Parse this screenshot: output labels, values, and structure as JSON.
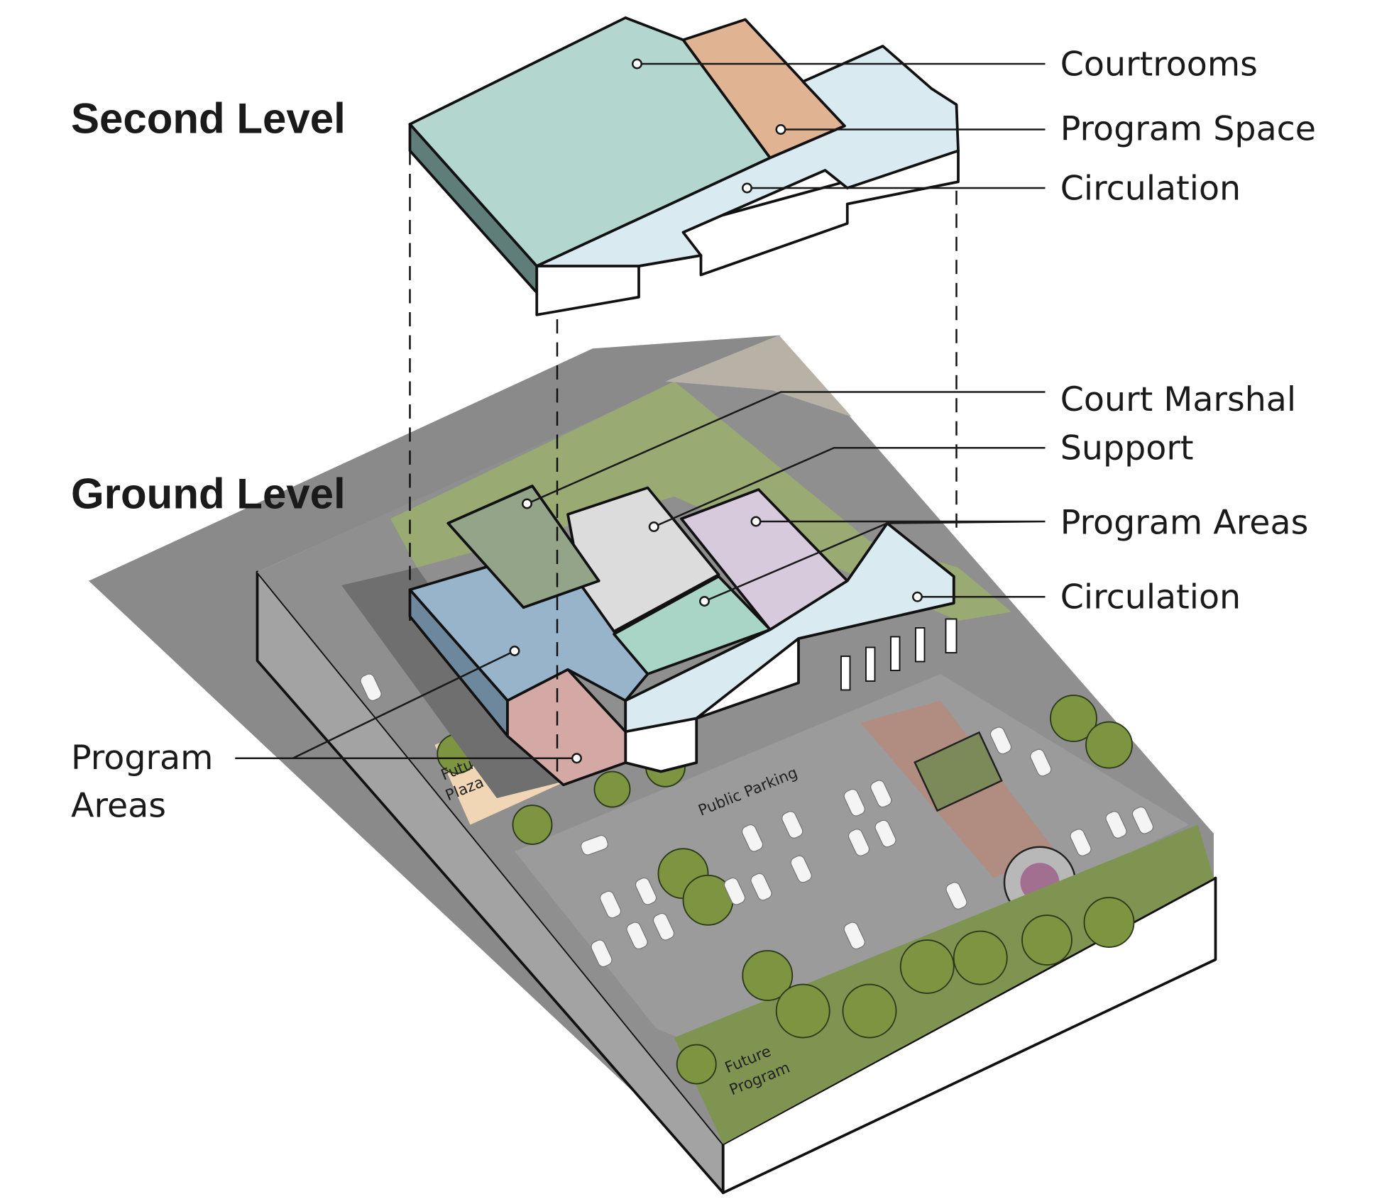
{
  "levels": {
    "second": "Second Level",
    "ground": "Ground Level"
  },
  "second_level_labels": [
    "Courtrooms",
    "Program Space",
    "Circulation"
  ],
  "ground_level_labels": [
    "Court Marshal",
    "Support",
    "Program Areas",
    "Circulation"
  ],
  "left_label": {
    "line1": "Program",
    "line2": "Areas"
  },
  "site_labels": {
    "parking": "Public Parking",
    "plaza_1": "Future",
    "plaza_2": "Plaza",
    "program_1": "Future",
    "program_2": "Program"
  },
  "colors": {
    "courtrooms": "#b3d6cf",
    "program_space": "#e0b393",
    "circulation": "#d9eaf1",
    "court_marshal": "#93a489",
    "support": "#dcdcdc",
    "program_purple": "#d8cadd",
    "program_teal": "#a9d5c6",
    "program_blue": "#97b4cb",
    "program_pink": "#d4a8a4",
    "asphalt": "#8f8f8f",
    "grass": "#9aaa73"
  }
}
